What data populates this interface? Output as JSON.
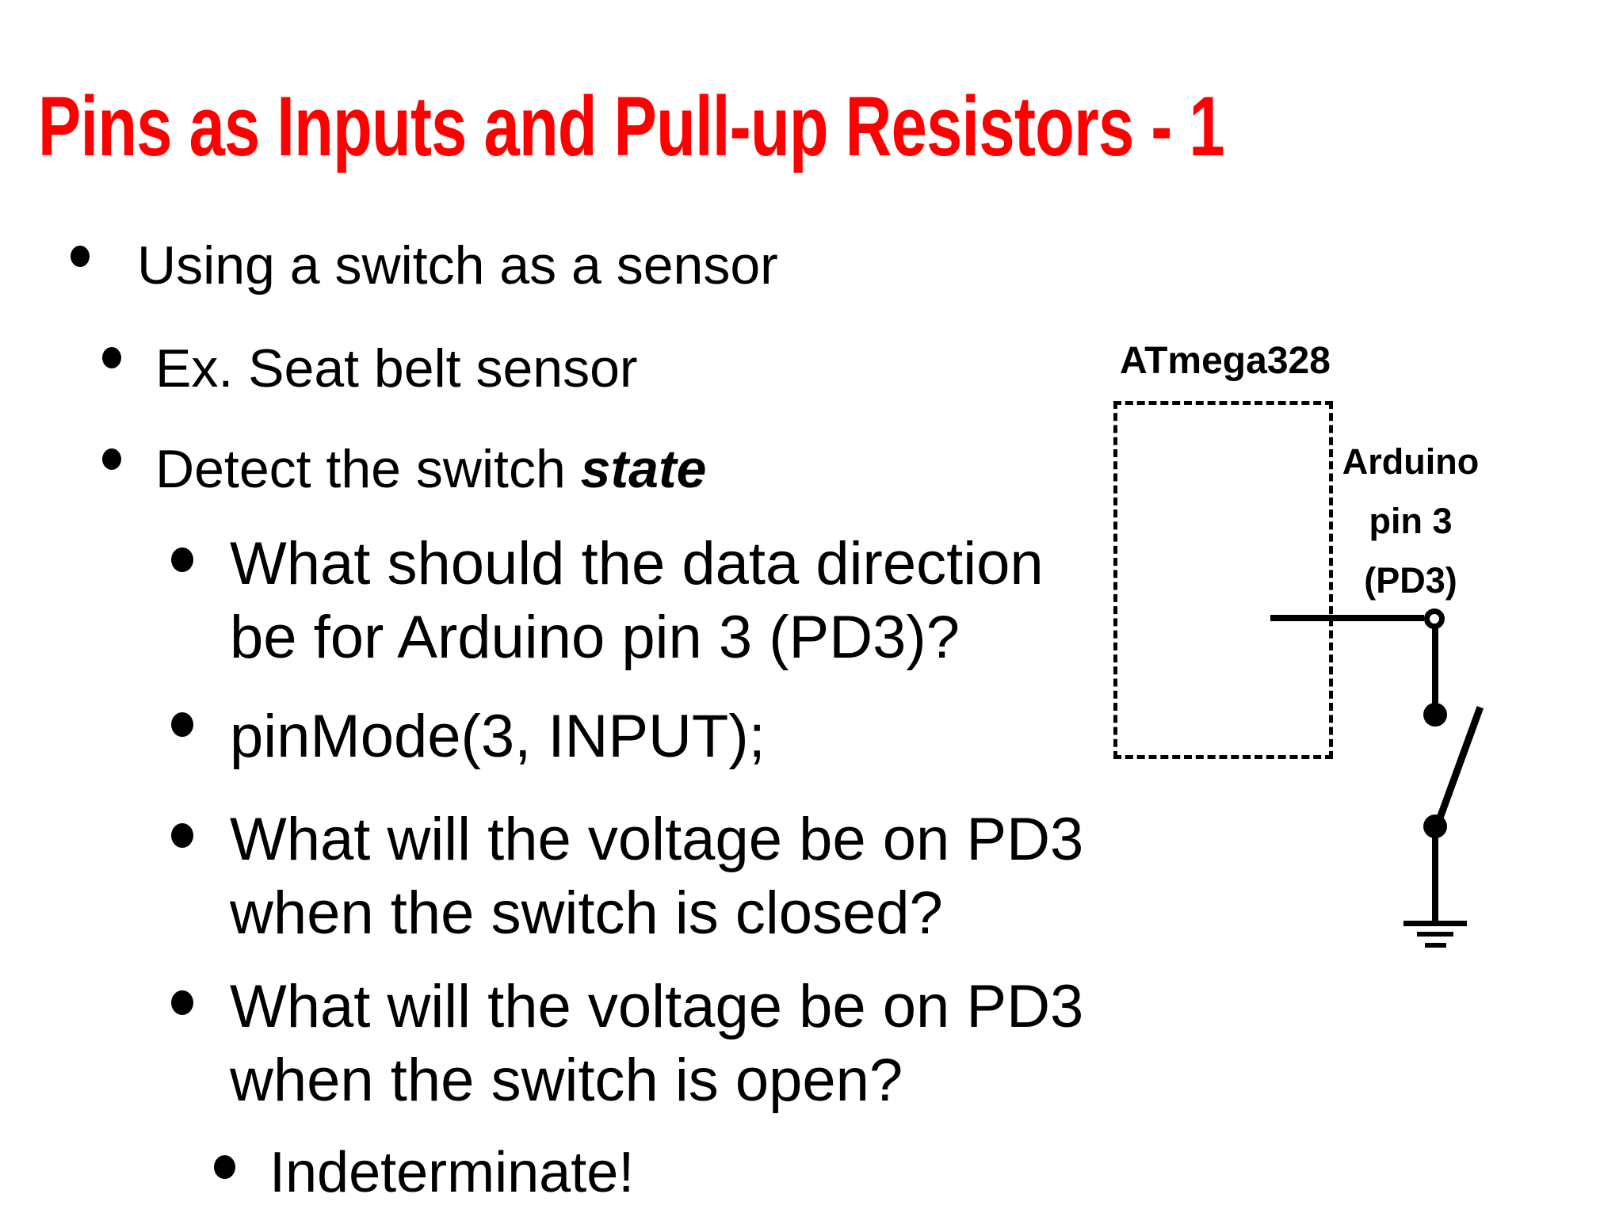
{
  "slide": {
    "title": "Pins as Inputs and Pull-up Resistors - 1",
    "title_color": "#ff0000",
    "text_color": "#000000",
    "bullets": [
      {
        "level": 1,
        "text": "Using a switch as a sensor"
      },
      {
        "level": 2,
        "text": "Ex. Seat belt sensor"
      },
      {
        "level": 2,
        "text": "Detect the switch ",
        "emphasis": "state"
      },
      {
        "level": 3,
        "lines": [
          "What should the data direction",
          "be for Arduino pin 3 (PD3)?"
        ]
      },
      {
        "level": 3,
        "lines": [
          "pinMode(3, INPUT);"
        ]
      },
      {
        "level": 3,
        "lines": [
          "What will the voltage be on PD3",
          "when the switch is closed?"
        ]
      },
      {
        "level": 3,
        "lines": [
          "What will the voltage be on PD3",
          "when the switch is open?"
        ]
      },
      {
        "level": 4,
        "lines": [
          "Indeterminate!"
        ]
      }
    ]
  },
  "diagram": {
    "chip_label": "ATmega328",
    "pin_label_line1": "Arduino",
    "pin_label_line2": "pin 3",
    "pin_label_line3": "(PD3)",
    "line_color": "#000000",
    "switch_state": "open",
    "connected_to": "ground"
  }
}
